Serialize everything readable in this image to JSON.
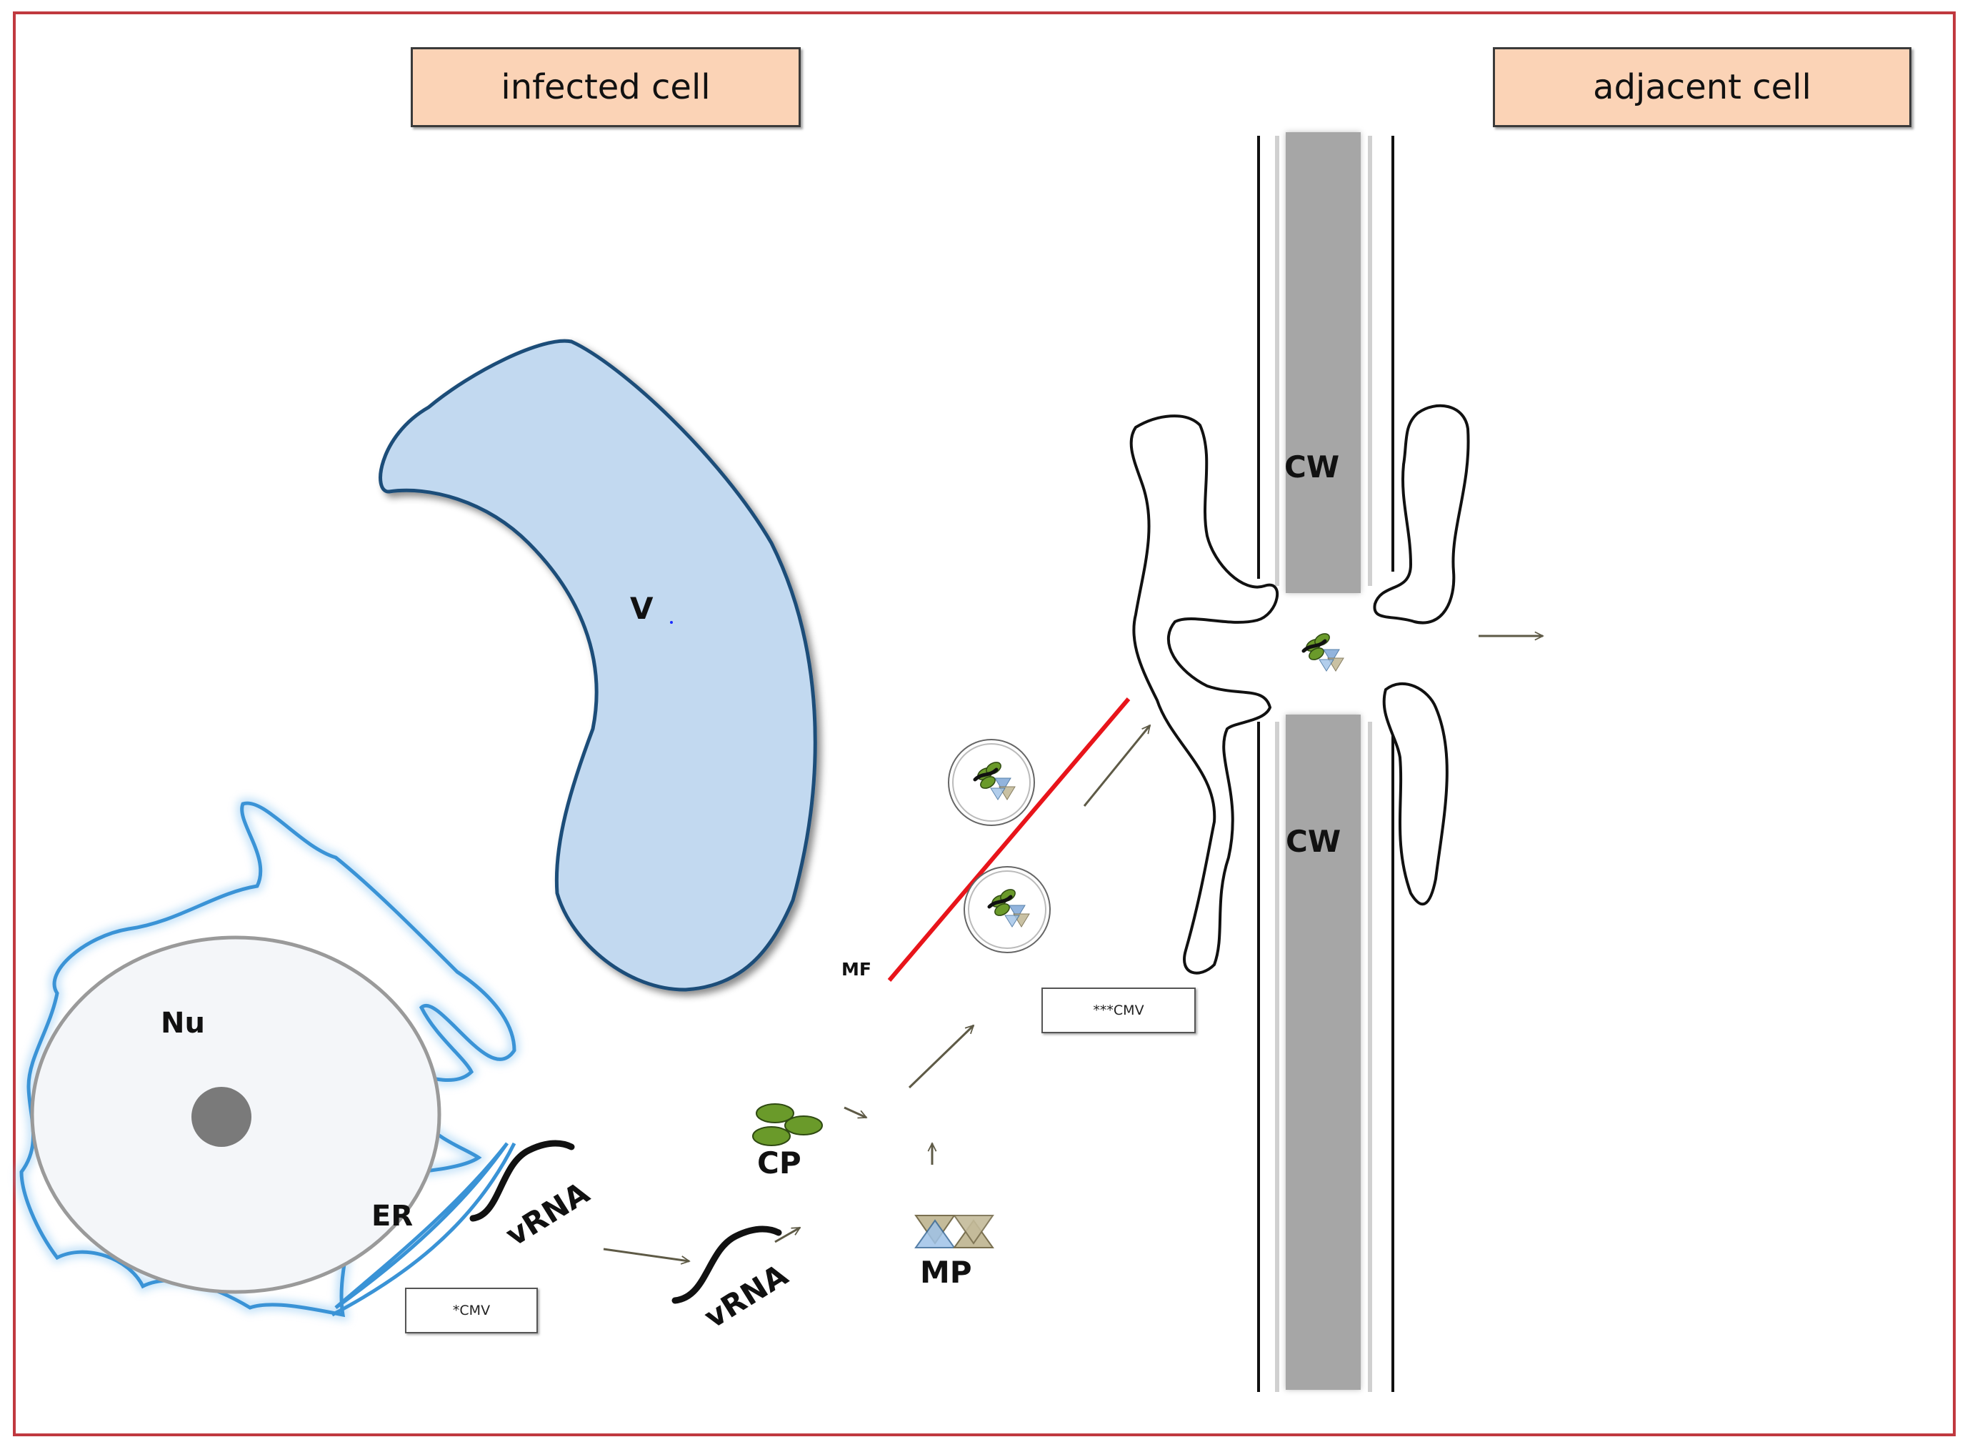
{
  "headers": {
    "infected_cell": "infected cell",
    "adjacent_cell": "adjacent cell"
  },
  "labels": {
    "vacuole": "V",
    "nucleus": "Nu",
    "er": "ER",
    "vrna_1": "vRNA",
    "vrna_2": "vRNA",
    "cp": "CP",
    "mp": "MP",
    "mf": "MF",
    "cw_top": "CW",
    "cw_bottom": "CW"
  },
  "notes": {
    "cmv_1": "*CMV",
    "cmv_3": "***CMV"
  },
  "colors": {
    "frame": "#c0393f",
    "header_fill": "#fbd3b6",
    "vacuole_fill": "#c2d9f0",
    "vacuole_stroke": "#1f4e79",
    "er_stroke": "#3a93d6",
    "nucleus_fill": "#f4f6f9",
    "nucleus_stroke": "#9a9a9a",
    "nucleolus": "#7a7a7a",
    "cell_wall": "#a6a6a6",
    "microfilament": "#e8141a",
    "coat_protein": "#6a9a2a",
    "movement_protein": "#c4bb9a",
    "arrow": "#5e5a46"
  }
}
